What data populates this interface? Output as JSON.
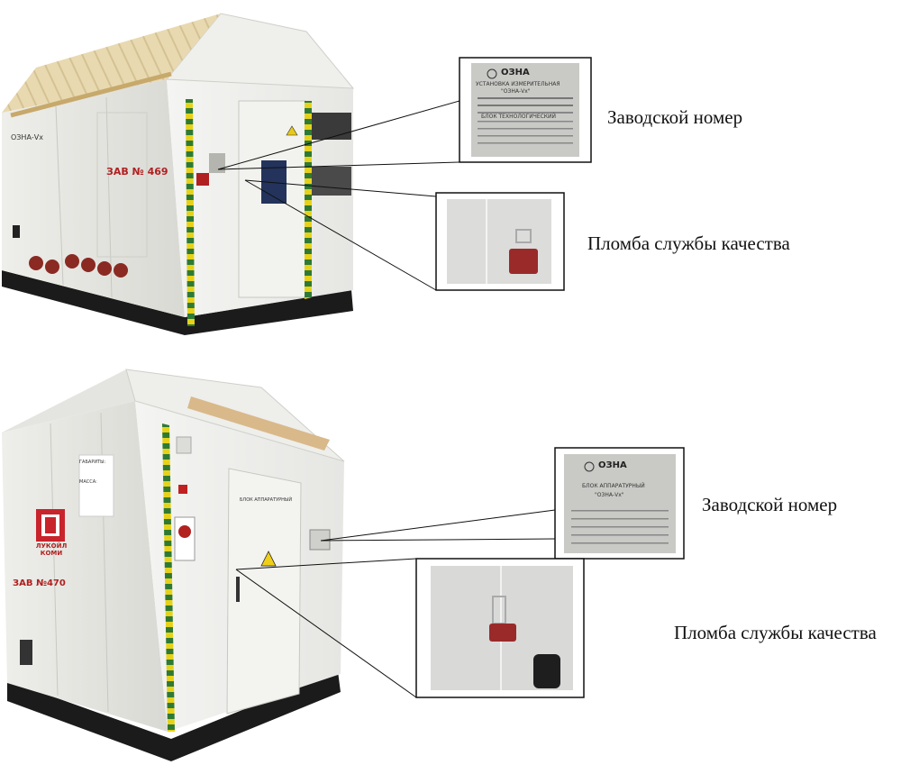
{
  "figure": {
    "units": [
      {
        "captions": {
          "serial_number": "Заводской номер",
          "quality_seal": "Пломба службы качества"
        },
        "unit_markings": {
          "brand": "ОЗНА-Vx",
          "serial": "ЗАВ № 469"
        },
        "nameplate": {
          "brand": "ОЗНА",
          "lines": [
            "УСТАНОВКА ИЗМЕРИТЕЛЬНАЯ",
            "\"ОЗНА-Vx\"",
            "БЛОК ТЕХНОЛОГИЧЕСКИЙ"
          ]
        }
      },
      {
        "captions": {
          "serial_number": "Заводской номер",
          "quality_seal": "Пломба службы качества"
        },
        "unit_markings": {
          "logo_text": "ЛУКОЙЛ КОМИ",
          "serial": "ЗАВ №470",
          "door_label": "БЛОК АППАРАТУРНЫЙ",
          "dimensions_label": "ГАБАРИТЫ:",
          "mass_label": "МАССА:"
        },
        "nameplate": {
          "brand": "ОЗНА",
          "lines": [
            "БЛОК АППАРАТУРНЫЙ",
            "\"ОЗНА-Vx\""
          ]
        }
      }
    ]
  }
}
